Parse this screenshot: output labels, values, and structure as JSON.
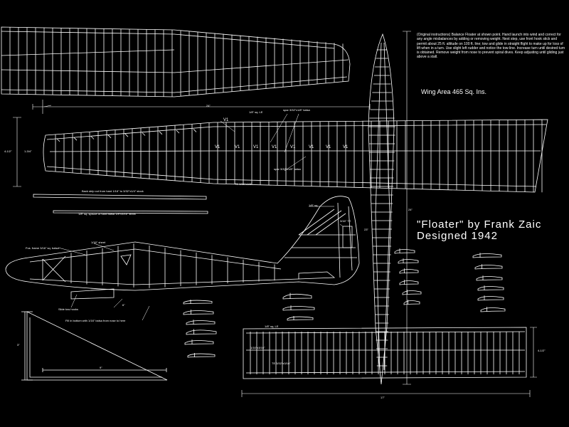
{
  "drawing": {
    "title_line1": "\"Floater\" by Frank Zaic",
    "title_line2": "Designed 1942",
    "wing_area": "Wing Area 465 Sq. Ins.",
    "instructions": "(Original instructions) Balance Floater at shown point. Hand launch into wind and correct for any angle misbalances by adding or removing weight. Next step, use front hook stick and permit about 25 ft. altitude on 100 ft. line; tow and glide in straight flight to make up for loss of lift when in a turn. Use slight left rudder and notice the tow-line. Increase turn until desired turn is obtained. Remove weight from nose to prevent spiral dives. Keep adjusting until gliding just above a stall.",
    "rib_label": "V1",
    "labels": {
      "le_wing": "1/8\" sq. LE",
      "spar_top": "spar 3/32\"x1/8\" balsa",
      "spar_bottom": "spar 3/32\"x1/8\" balsa",
      "te_wing": "TE 3/16\"x3/8\"",
      "strip1": "Back strip cut from hard 1/16\" to 3/32\"x1/4\" stock",
      "strip2": "1/8\" sq. spruce or hard balsa 1/8\"x3/16\" stock",
      "fus_longerons": "Fus. frame 3/16\" sq. balsa",
      "fin_le": "1/8\" sq.",
      "fin_spar": "3/16\" TE",
      "rear_spacer": "1/16\" sheet",
      "slide_hooks": "Slide tow hooks",
      "fus_fill": "Fill in bottom with 1/16\" balsa from nose to here",
      "stab_le": "1/8\" sq. LE",
      "stab_spar": "1/16\"x3/16\"",
      "stab_te": "TE 3/32\"x3/16\"",
      "dim_wing_span": "24\"",
      "dim_chord": "4-1/2\"",
      "dim_chord2": "1-3/4\"",
      "dim_fus": "24\"",
      "dim_stab": "4-1/2\"",
      "dim_stab_span": "17\"",
      "dim_tri_h": "3\"",
      "dim_tri_w": "9\"",
      "dim_root": "6\"",
      "dim_fus_main": "23\""
    }
  }
}
